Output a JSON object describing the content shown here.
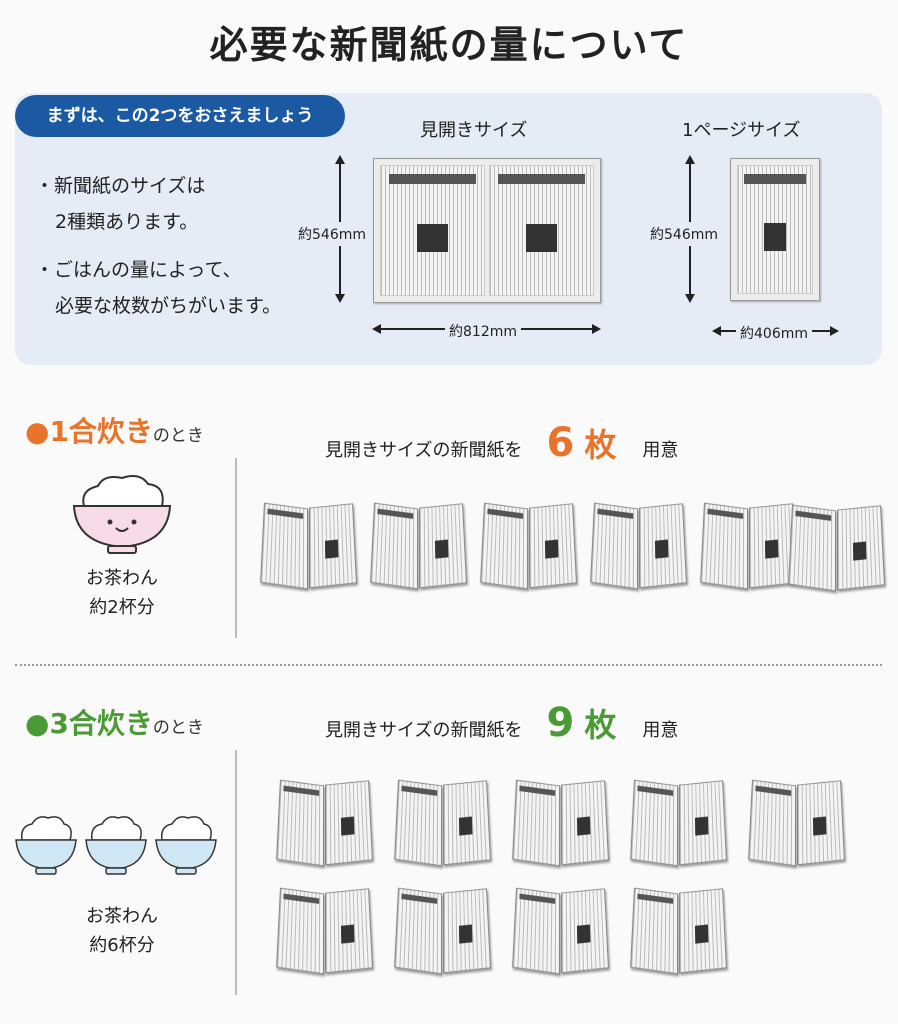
{
  "title": "必要な新聞紙の量について",
  "intro": {
    "pill": "まずは、この2つをおさえましょう",
    "bullets": [
      {
        "line1": "・新聞紙のサイズは",
        "line2": "2種類あります。"
      },
      {
        "line1": "・ごはんの量によって、",
        "line2": "必要な枚数がちがいます。"
      }
    ],
    "spread": {
      "label": "見開きサイズ",
      "height": "約546mm",
      "width": "約812mm"
    },
    "single": {
      "label": "1ページサイズ",
      "height": "約546mm",
      "width": "約406mm"
    }
  },
  "sections": [
    {
      "amount": "1合炊き",
      "suffix": "のとき",
      "color": "#e8732a",
      "caption1": "お茶わん",
      "caption2": "約2杯分",
      "text": "見開きサイズの新聞紙を",
      "count": "6",
      "unit": "枚",
      "prep": "用意",
      "bowls": 1,
      "papers": 6
    },
    {
      "amount": "3合炊き",
      "suffix": "のとき",
      "color": "#4a9a35",
      "caption1": "お茶わん",
      "caption2": "約6杯分",
      "text": "見開きサイズの新聞紙を",
      "count": "9",
      "unit": "枚",
      "prep": "用意",
      "bowls": 3,
      "papers": 9
    }
  ]
}
